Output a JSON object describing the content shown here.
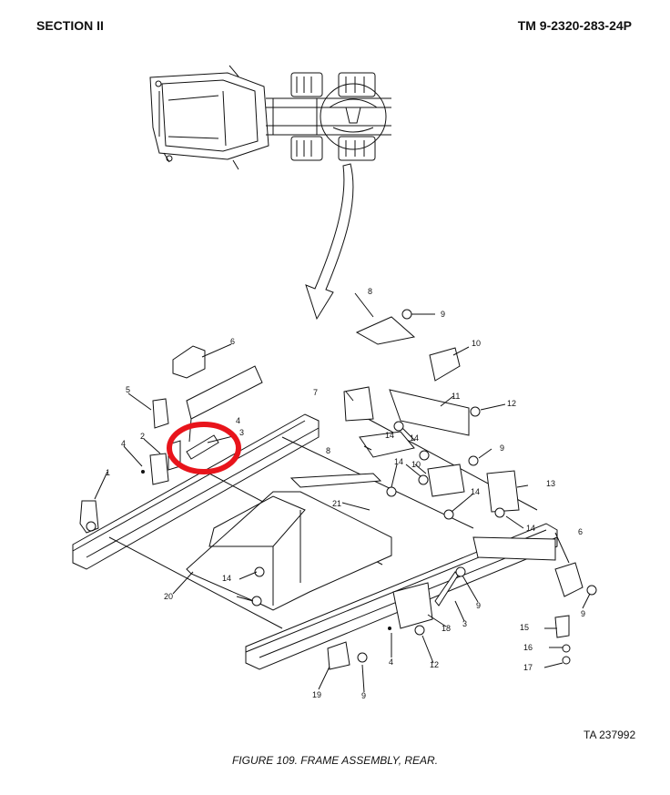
{
  "header": {
    "section": "SECTION II",
    "manual": "TM 9-2320-283-24P"
  },
  "figure": {
    "caption": "FIGURE 109.  FRAME ASSEMBLY, REAR.",
    "art_number": "TA 237992",
    "highlight_color": "#e8141b"
  },
  "callouts": [
    "1",
    "2",
    "3",
    "3",
    "4",
    "4",
    "4",
    "5",
    "6",
    "6",
    "7",
    "8",
    "8",
    "9",
    "9",
    "9",
    "9",
    "9",
    "10",
    "10",
    "11",
    "12",
    "12",
    "13",
    "14",
    "14",
    "14",
    "14",
    "14",
    "14",
    "15",
    "16",
    "17",
    "18",
    "19",
    "20",
    "21"
  ]
}
